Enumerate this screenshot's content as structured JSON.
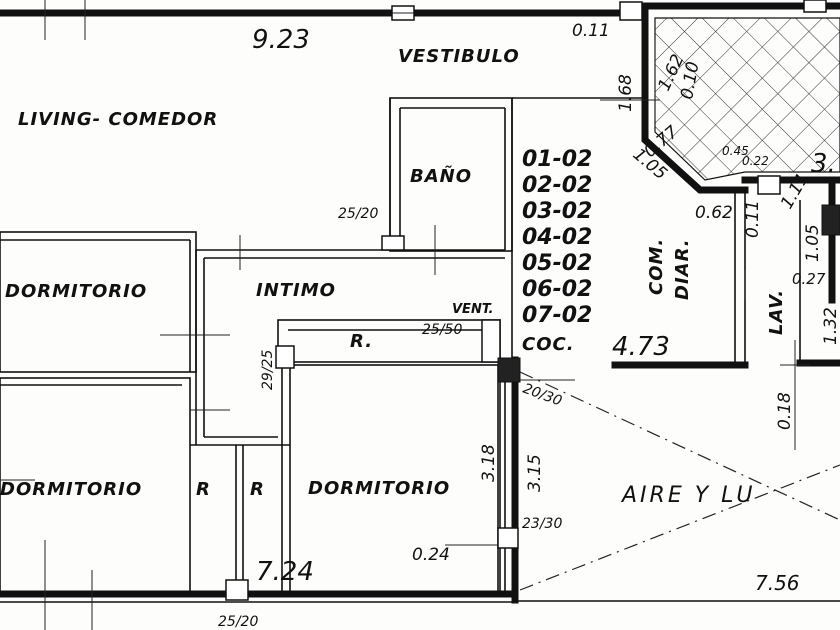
{
  "rooms": {
    "vestibulo": "VESTIBULO",
    "living_comedor": "LIVING- COMEDOR",
    "bano": "BAÑO",
    "dormitorio_1": "DORMITORIO",
    "dormitorio_2": "DORMITORIO",
    "dormitorio_3": "DORMITORIO",
    "intimo": "INTIMO",
    "ropero_1": "R.",
    "ropero_2": "R",
    "ropero_3": "R",
    "vent": "VENT.",
    "com_diar": "COM.",
    "com_diar_2": "DIAR.",
    "lav": "LAV.",
    "aire_y_luz": "AIRE  Y  LU"
  },
  "dimensions": {
    "top_width": "9.23",
    "d_011": "0.11",
    "d_168": "1.68",
    "d_162": "1.62",
    "d_010": "0.10",
    "d_077": "0.77",
    "d_105a": "1.05",
    "d_062": "0.62",
    "d_045": "0.45",
    "d_022": "0.22",
    "d_011b": "0.11",
    "d_111": "1.11",
    "d_105b": "1.05",
    "d_027": "0.27",
    "d_132": "1.32",
    "d_018": "0.18",
    "d_3": "3.",
    "coc_width": "4.73",
    "d_318": "3.18",
    "d_315": "3.15",
    "bottom_width": "7.24",
    "d_024": "0.24",
    "d_756": "7.56",
    "col_2520a": "25/20",
    "col_2520b": "25/20",
    "col_2925": "29/25",
    "col_2550": "25/50",
    "col_2030": "20/30",
    "col_2330": "23/30"
  },
  "schedule": [
    "01-02",
    "02-02",
    "03-02",
    "04-02",
    "05-02",
    "06-02",
    "07-02"
  ],
  "coc_label": "COC."
}
